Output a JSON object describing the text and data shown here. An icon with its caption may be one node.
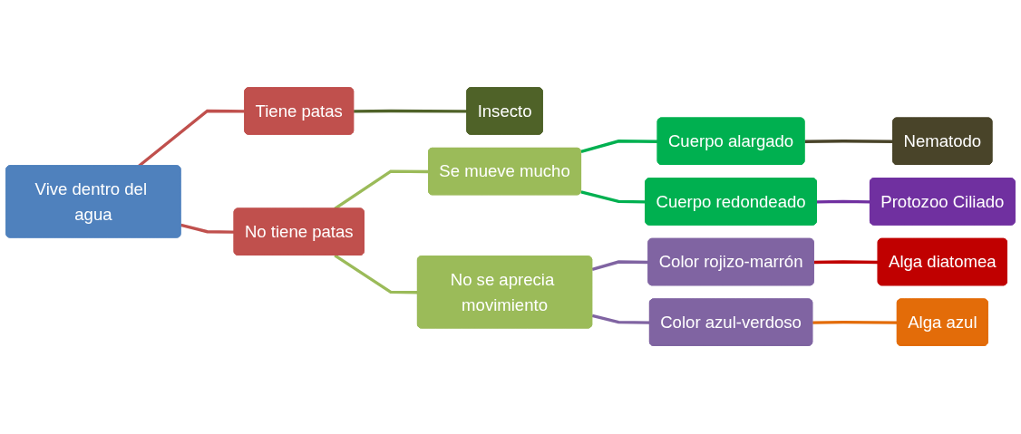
{
  "diagram": {
    "nodes": [
      {
        "text": [
          "Vive dentro del agua"
        ]
      },
      {
        "text": [
          "Tiene patas"
        ]
      },
      {
        "text": [
          "Insecto"
        ]
      },
      {
        "text": [
          "No tiene patas"
        ]
      },
      {
        "text": [
          "Se mueve mucho"
        ]
      },
      {
        "text": [
          "Cuerpo alargado"
        ]
      },
      {
        "text": [
          "Nematodo"
        ]
      },
      {
        "text": [
          "Cuerpo redondeado"
        ]
      },
      {
        "text": [
          "Protozoo Ciliado"
        ]
      },
      {
        "text": [
          "No se aprecia movimiento"
        ]
      },
      {
        "text": [
          "Color rojizo-marrón"
        ]
      },
      {
        "text": [
          "Alga diatomea"
        ]
      },
      {
        "text": [
          "Color azul-verdoso"
        ]
      },
      {
        "text": [
          "Alga azul"
        ]
      }
    ],
    "edges": [
      {
        "from": 0,
        "to": 1,
        "arrow": "none",
        "color": "#c0504d"
      },
      {
        "from": 0,
        "to": 3,
        "arrow": "none",
        "color": "#c0504d"
      },
      {
        "from": 1,
        "to": 2,
        "arrow": "none",
        "color": "#4f6228"
      },
      {
        "from": 3,
        "to": 4,
        "arrow": "none",
        "color": "#9bbb59"
      },
      {
        "from": 3,
        "to": 9,
        "arrow": "none",
        "color": "#9bbb59"
      },
      {
        "from": 4,
        "to": 5,
        "arrow": "none",
        "color": "#00b050"
      },
      {
        "from": 4,
        "to": 7,
        "arrow": "none",
        "color": "#00b050"
      },
      {
        "from": 5,
        "to": 6,
        "arrow": "none",
        "color": "#494429"
      },
      {
        "from": 7,
        "to": 8,
        "arrow": "none",
        "color": "#7030a0"
      },
      {
        "from": 9,
        "to": 10,
        "arrow": "none",
        "color": "#8064a2"
      },
      {
        "from": 9,
        "to": 12,
        "arrow": "none",
        "color": "#8064a2"
      },
      {
        "from": 10,
        "to": 11,
        "arrow": "none",
        "color": "#c00000"
      },
      {
        "from": 12,
        "to": 13,
        "arrow": "none",
        "color": "#e36c09"
      }
    ]
  }
}
